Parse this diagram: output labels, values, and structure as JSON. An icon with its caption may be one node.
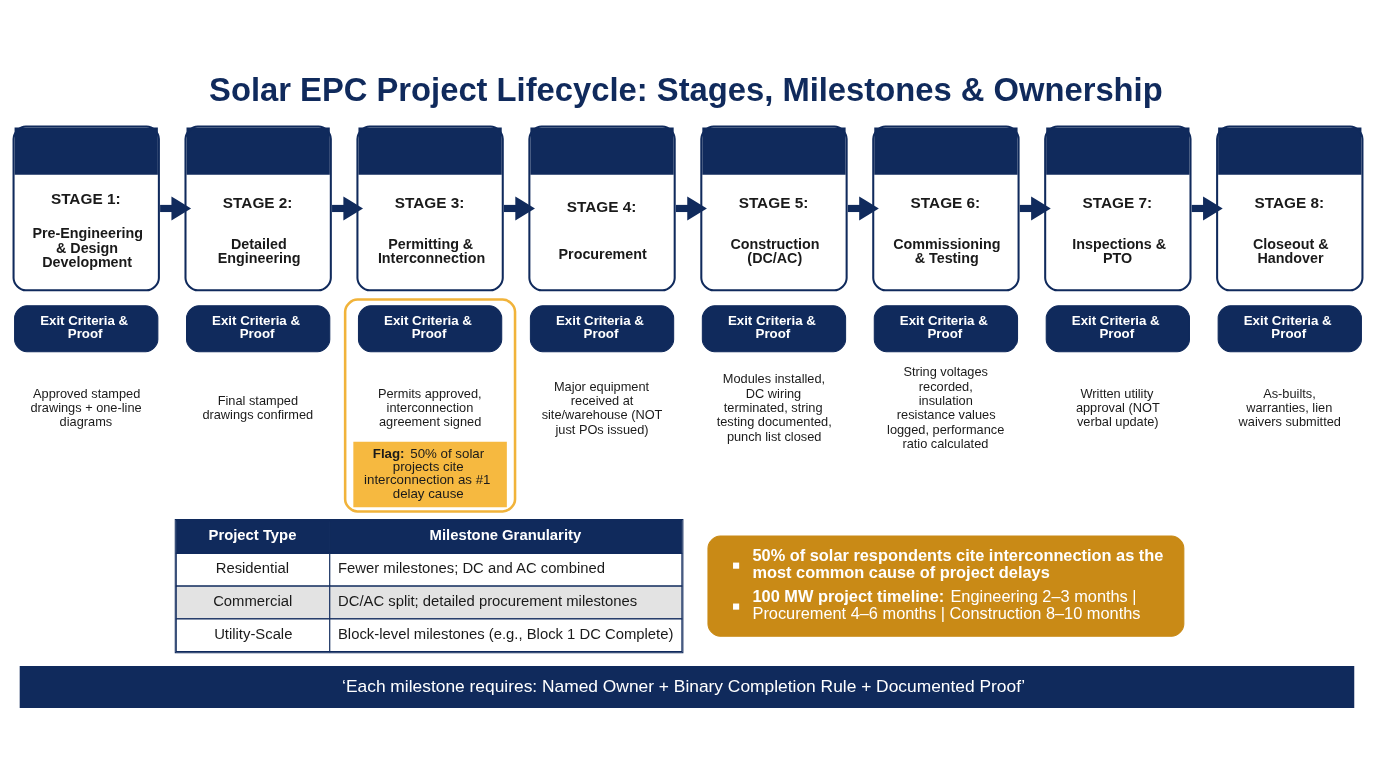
{
  "diagram": {
    "title": "Solar EPC Project Lifecycle: Stages, Milestones & Ownership",
    "caption": "‘Each milestone requires: Named Owner + Binary Completion Rule + Documented Proof’",
    "nodes": [
      {
        "text": [
          "STAGE 1:",
          "Pre-Engineering & Design Development"
        ]
      },
      {
        "text": [
          "STAGE 2:",
          "Detailed Engineering"
        ]
      },
      {
        "text": [
          "STAGE 3:",
          "Permitting & Interconnection"
        ]
      },
      {
        "text": [
          "STAGE 4:",
          "Procurement"
        ]
      },
      {
        "text": [
          "STAGE 5:",
          "Construction (DC/AC)"
        ]
      },
      {
        "text": [
          "STAGE 6:",
          "Commissioning & Testing"
        ]
      },
      {
        "text": [
          "STAGE 7:",
          "Inspections & PTO"
        ]
      },
      {
        "text": [
          "STAGE 8:",
          "Closeout & Handover"
        ]
      },
      {
        "text": [
          "**Flag:** 50% of solar projects cite interconnection as #1 delay cause"
        ]
      },
      {
        "text": [
          "Exit Criteria & Proof"
        ],
        "beside": [
          "Approved stamped drawings + one-line diagrams"
        ]
      },
      {
        "text": [
          "Exit Criteria & Proof"
        ],
        "beside": [
          "Final stamped drawings confirmed"
        ]
      },
      {
        "text": [
          "Exit Criteria & Proof"
        ],
        "beside": [
          "Permits approved, interconnection agreement signed"
        ],
        "in": 8
      },
      {
        "text": [
          "Exit Criteria & Proof"
        ],
        "beside": [
          "Major equipment received at site/warehouse (NOT just POs issued)"
        ]
      },
      {
        "text": [
          "Exit Criteria & Proof"
        ],
        "beside": [
          "Modules installed, DC wiring terminated, string testing documented, punch list closed"
        ]
      },
      {
        "text": [
          "Exit Criteria & Proof"
        ],
        "beside": [
          "String voltages recorded, insulation resistance values logged, performance ratio calculated"
        ]
      },
      {
        "text": [
          "Exit Criteria & Proof"
        ],
        "beside": [
          "Written utility approval (NOT verbal update)"
        ]
      },
      {
        "text": [
          "Exit Criteria & Proof"
        ],
        "beside": [
          "As-builts, warranties, lien waivers submitted"
        ]
      },
      {
        "text": [
          "50% of solar respondents cite interconnection as the most common cause of project delays",
          "**100 MW project timeline:** Engineering 2–3 months | Procurement 4–6 months | Construction 8–10 months"
        ]
      }
    ],
    "edges": [
      {
        "from": 0,
        "to": 1,
        "arrow": "to"
      },
      {
        "from": 1,
        "to": 2,
        "arrow": "to"
      },
      {
        "from": 2,
        "to": 3,
        "arrow": "to"
      },
      {
        "from": 3,
        "to": 4,
        "arrow": "to"
      },
      {
        "from": 4,
        "to": 5,
        "arrow": "to"
      },
      {
        "from": 5,
        "to": 6,
        "arrow": "to"
      },
      {
        "from": 6,
        "to": 7,
        "arrow": "to"
      }
    ],
    "labels": [
      "Project Type",
      "Milestone Granularity",
      "Residential",
      "Fewer milestones; DC and AC combined",
      "Commercial",
      "DC/AC split; detailed procurement milestones",
      "Utility-Scale",
      "Block-level milestones (e.g., Block 1 DC Complete)"
    ]
  }
}
